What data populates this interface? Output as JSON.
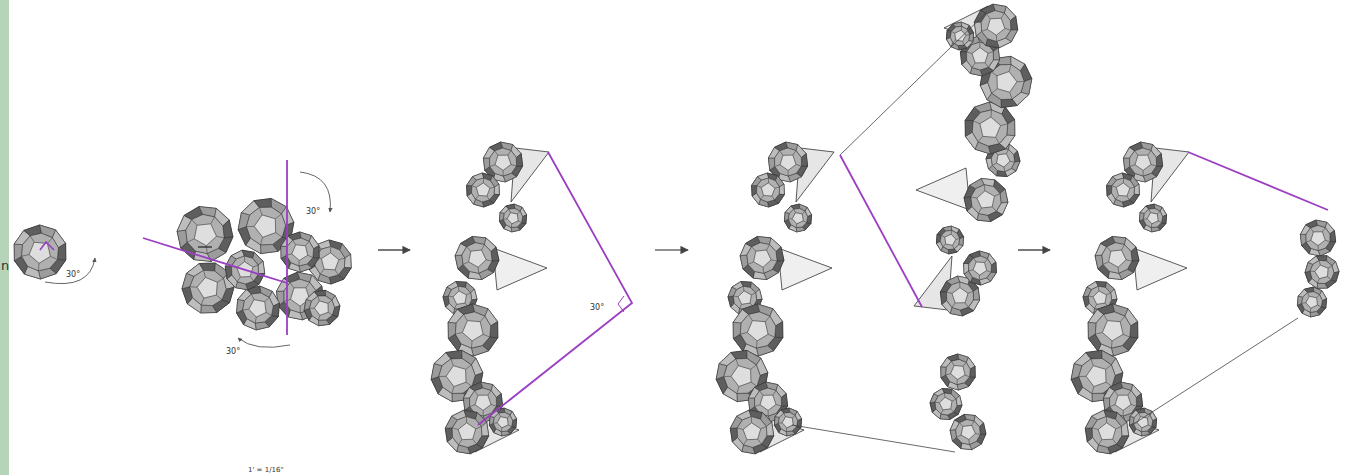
{
  "diagram": {
    "labels": [
      "30°",
      "30°",
      "30°",
      "30°",
      "1' = 1/16\"",
      "n"
    ]
  }
}
